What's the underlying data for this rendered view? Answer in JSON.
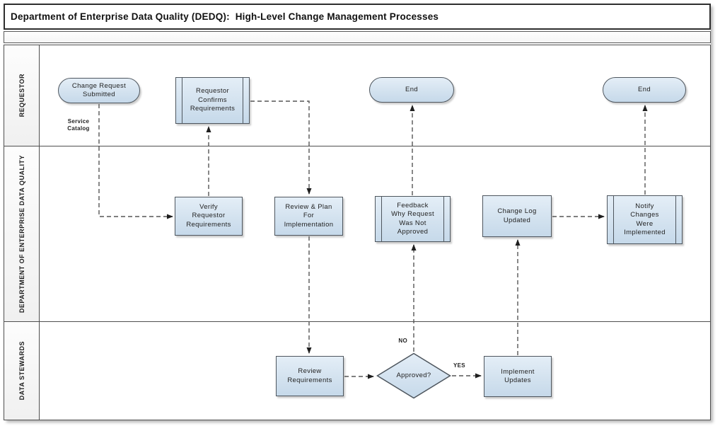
{
  "title": "Department of Enterprise Data Quality (DEDQ):  High-Level Change Management Processes",
  "lanes": [
    {
      "label": "REQUESTOR"
    },
    {
      "label": "DEPARTMENT OF ENTERPRISE DATA QUALITY"
    },
    {
      "label": "DATA STEWARDS"
    }
  ],
  "nodes": {
    "change_request_submitted": {
      "type": "terminator",
      "label": "Change Request\nSubmitted"
    },
    "requestor_confirms_requirements": {
      "type": "subprocess",
      "label": "Requestor\nConfirms\nRequirements"
    },
    "end_1": {
      "type": "terminator",
      "label": "End"
    },
    "end_2": {
      "type": "terminator",
      "label": "End"
    },
    "verify_requestor_requirements": {
      "type": "process",
      "label": "Verify\nRequestor\nRequirements"
    },
    "review_plan_for_implementation": {
      "type": "process",
      "label": "Review & Plan\nFor\nImplementation"
    },
    "feedback_why_request_was_not_approved": {
      "type": "subprocess",
      "label": "Feedback\nWhy Request\nWas Not\nApproved"
    },
    "change_log_updated": {
      "type": "process",
      "label": "Change Log\nUpdated"
    },
    "notify_changes_were_implemented": {
      "type": "subprocess",
      "label": "Notify\nChanges\nWere\nImplemented"
    },
    "review_requirements": {
      "type": "process",
      "label": "Review\nRequirements"
    },
    "approved_decision": {
      "type": "decision",
      "label": "Approved?"
    },
    "implement_updates": {
      "type": "process",
      "label": "Implement\nUpdates"
    }
  },
  "edge_labels": {
    "service_catalog": "Service\nCatalog",
    "no": "NO",
    "yes": "YES"
  },
  "colors": {
    "shape_fill_top": "#e4eef7",
    "shape_fill_bottom": "#c6d9ea",
    "shape_border": "#4e565e",
    "connector": "#555555",
    "title_text": "#111111",
    "lane_border": "#4f4f4f"
  }
}
